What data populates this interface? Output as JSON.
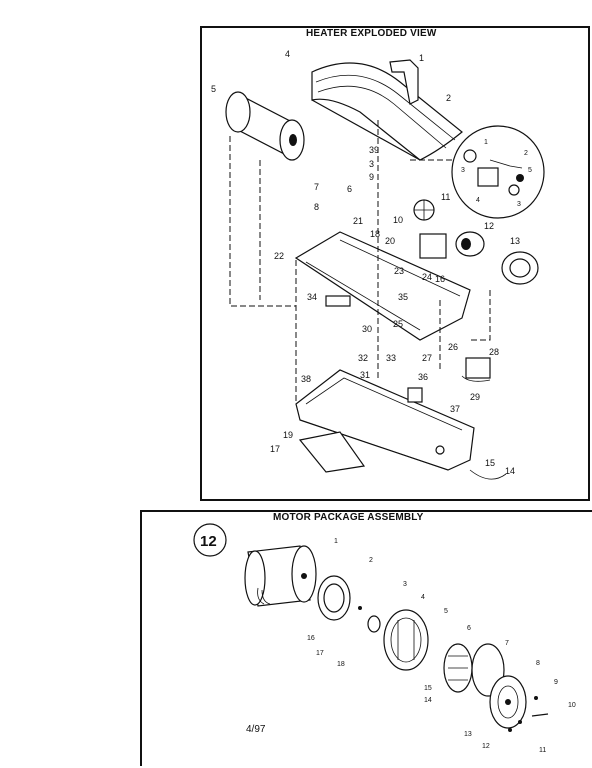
{
  "heater_panel": {
    "title": "HEATER EXPLODED VIEW",
    "labels": [
      "1",
      "2",
      "3",
      "4",
      "5",
      "6",
      "7",
      "8",
      "9",
      "10",
      "11",
      "12",
      "13",
      "14",
      "15",
      "16",
      "17",
      "18",
      "19",
      "20",
      "21",
      "22",
      "23",
      "24",
      "25",
      "26",
      "27",
      "28",
      "29",
      "30",
      "31",
      "32",
      "33",
      "34",
      "35",
      "36",
      "37",
      "38",
      "39"
    ],
    "inset_labels": [
      "1",
      "2",
      "3",
      "3",
      "4",
      "5"
    ]
  },
  "motor_panel": {
    "title": "MOTOR PACKAGE ASSEMBLY",
    "badge": "12",
    "labels": [
      "1",
      "2",
      "3",
      "4",
      "5",
      "6",
      "7",
      "8",
      "9",
      "10",
      "11",
      "12",
      "13",
      "14",
      "15",
      "16",
      "17",
      "18"
    ],
    "date": "4/97"
  }
}
